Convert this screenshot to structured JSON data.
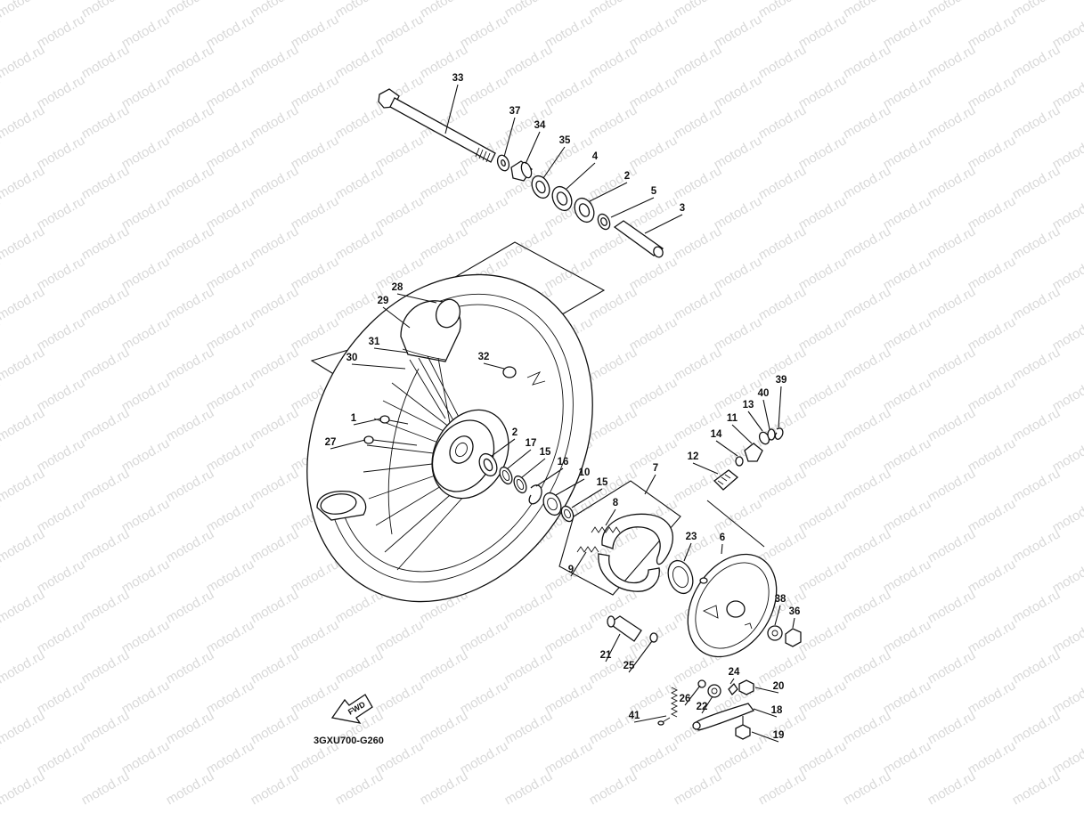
{
  "watermark": "motod.ru",
  "drawing_code": "3GXU700-G260",
  "fwd_label": "FWD",
  "callouts": [
    {
      "id": "33",
      "text": "33"
    },
    {
      "id": "37",
      "text": "37"
    },
    {
      "id": "34",
      "text": "34"
    },
    {
      "id": "35",
      "text": "35"
    },
    {
      "id": "4",
      "text": "4"
    },
    {
      "id": "2a",
      "text": "2"
    },
    {
      "id": "5",
      "text": "5"
    },
    {
      "id": "3",
      "text": "3"
    },
    {
      "id": "28",
      "text": "28"
    },
    {
      "id": "29",
      "text": "29"
    },
    {
      "id": "31",
      "text": "31"
    },
    {
      "id": "30",
      "text": "30"
    },
    {
      "id": "32",
      "text": "32"
    },
    {
      "id": "1",
      "text": "1"
    },
    {
      "id": "27",
      "text": "27"
    },
    {
      "id": "2b",
      "text": "2"
    },
    {
      "id": "17",
      "text": "17"
    },
    {
      "id": "15a",
      "text": "15"
    },
    {
      "id": "16",
      "text": "16"
    },
    {
      "id": "10",
      "text": "10"
    },
    {
      "id": "15b",
      "text": "15"
    },
    {
      "id": "7",
      "text": "7"
    },
    {
      "id": "8",
      "text": "8"
    },
    {
      "id": "9",
      "text": "9"
    },
    {
      "id": "23",
      "text": "23"
    },
    {
      "id": "6",
      "text": "6"
    },
    {
      "id": "39",
      "text": "39"
    },
    {
      "id": "40",
      "text": "40"
    },
    {
      "id": "13",
      "text": "13"
    },
    {
      "id": "11",
      "text": "11"
    },
    {
      "id": "14",
      "text": "14"
    },
    {
      "id": "12",
      "text": "12"
    },
    {
      "id": "38",
      "text": "38"
    },
    {
      "id": "36",
      "text": "36"
    },
    {
      "id": "21",
      "text": "21"
    },
    {
      "id": "25",
      "text": "25"
    },
    {
      "id": "24",
      "text": "24"
    },
    {
      "id": "20",
      "text": "20"
    },
    {
      "id": "26",
      "text": "26"
    },
    {
      "id": "22",
      "text": "22"
    },
    {
      "id": "18",
      "text": "18"
    },
    {
      "id": "41",
      "text": "41"
    },
    {
      "id": "19",
      "text": "19"
    }
  ]
}
